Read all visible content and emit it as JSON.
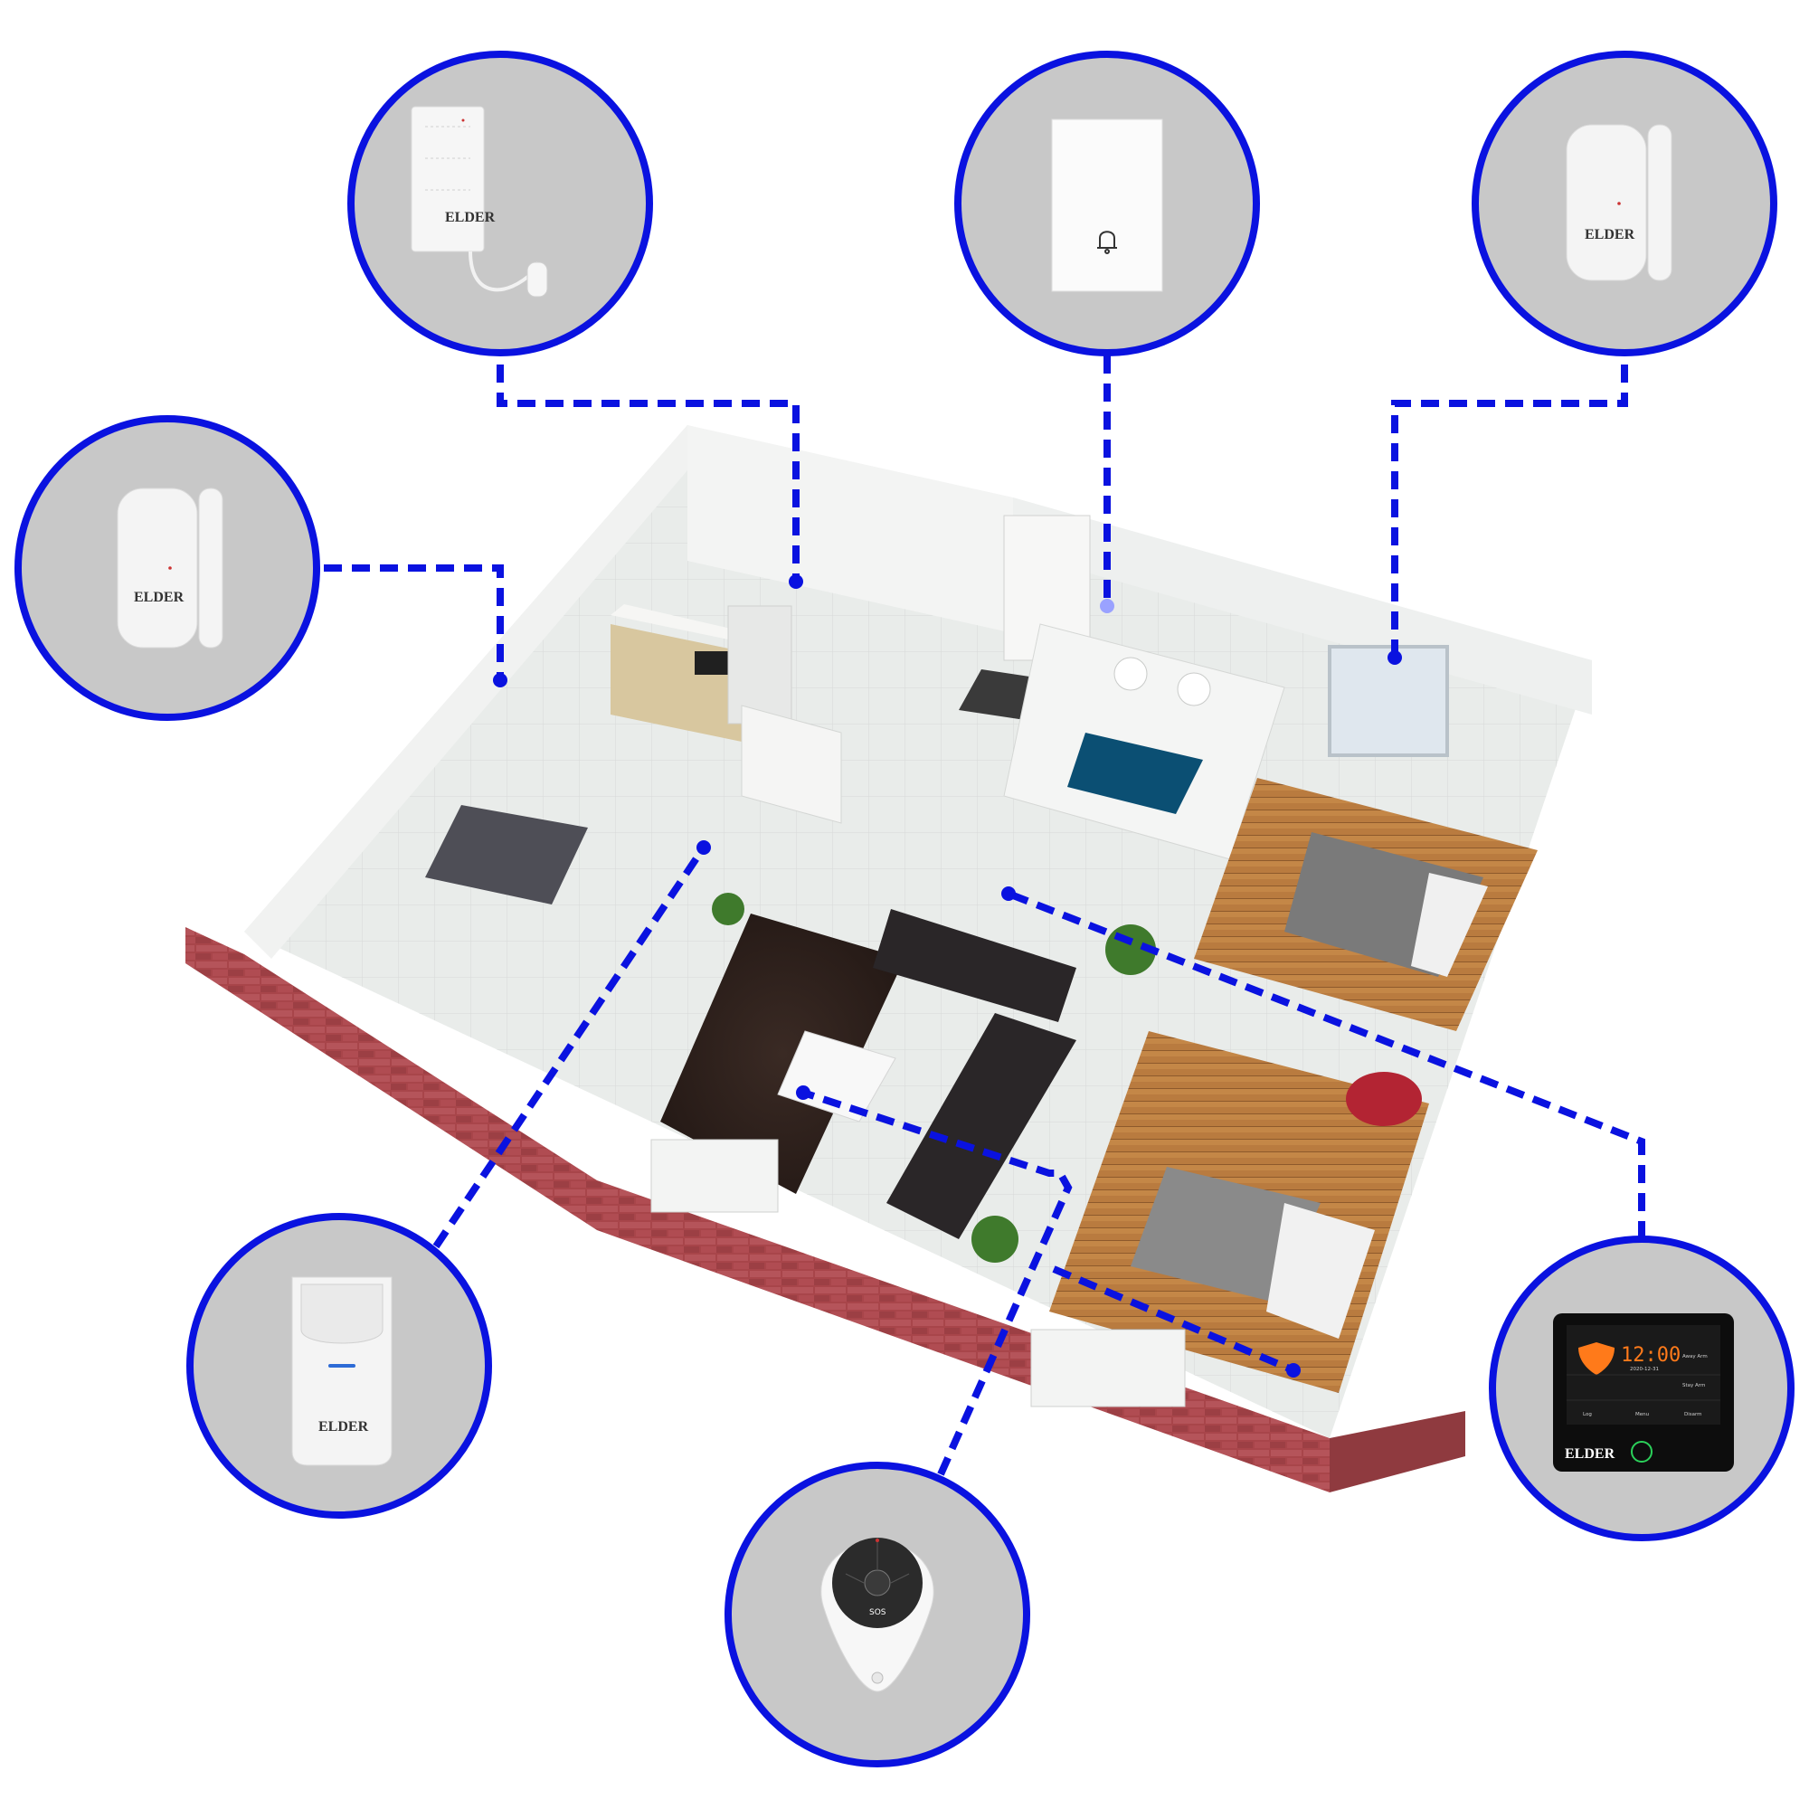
{
  "colors": {
    "connector": "#0a12e0",
    "circle_fill": "#c8c8c8",
    "brick": "#a8454a",
    "floor_tile": "#e8ebea",
    "wood_floor": "#b87a3e",
    "panel_accent": "#ff7a1a"
  },
  "brand": {
    "logo_text": "ELDER"
  },
  "devices": [
    {
      "id": "water-leak-sensor",
      "icon": "water-leak-sensor-icon"
    },
    {
      "id": "doorbell",
      "icon": "bell-icon"
    },
    {
      "id": "door-sensor-bedroom",
      "icon": "door-contact-sensor-icon"
    },
    {
      "id": "door-sensor-kitchen",
      "icon": "door-contact-sensor-icon"
    },
    {
      "id": "pir-motion-sensor",
      "icon": "motion-sensor-icon"
    },
    {
      "id": "remote-keyfob",
      "icon": "keyfob-icon"
    },
    {
      "id": "control-panel",
      "icon": "alarm-panel-icon"
    }
  ],
  "control_panel": {
    "clock": "12:00",
    "date": "2020-12-31",
    "buttons": [
      "Away Arm",
      "Stay Arm",
      "Log",
      "Menu",
      "Disarm"
    ]
  },
  "keyfob": {
    "sos_label": "SOS"
  }
}
